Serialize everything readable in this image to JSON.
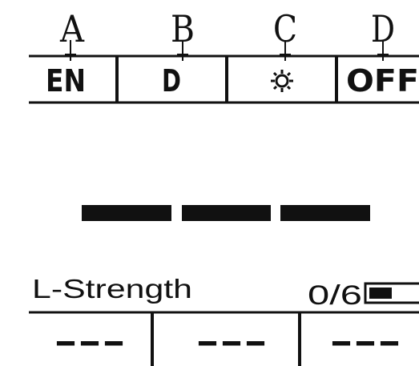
{
  "callouts": [
    "A",
    "B",
    "C",
    "D"
  ],
  "status_bar": {
    "language": "EN",
    "mode": "D",
    "backlight_icon": "sun-icon",
    "auto_off": "OFF"
  },
  "main_display": {
    "segments_icon": "dash-segment-icon"
  },
  "signal": {
    "label": "L-Strength",
    "value": "0/6",
    "battery_icon": "battery-icon"
  },
  "readings": [
    "---",
    "---",
    "---"
  ],
  "colors": {
    "ink": "#111111",
    "background": "#ffffff"
  }
}
